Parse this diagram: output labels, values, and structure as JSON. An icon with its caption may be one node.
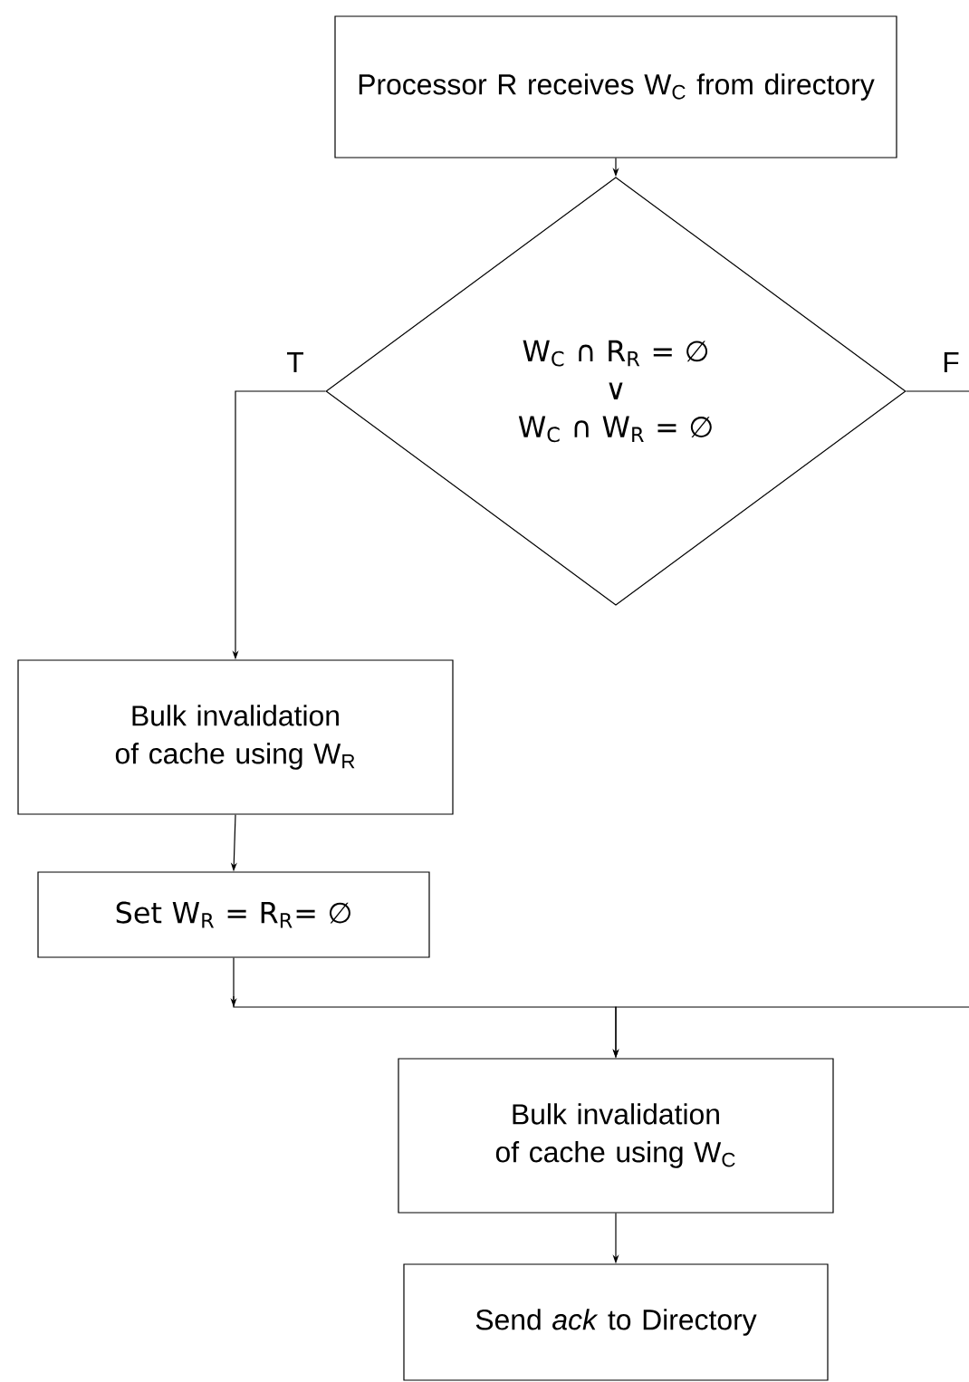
{
  "diagram": {
    "nodes": [
      {
        "text": [
          "Processor R receives W$_{C}$ from directory"
        ]
      },
      {
        "text": [
          "W$_{C}$ ∩ R$_{R}$ = ∅",
          "∨",
          "W$_{C}$ ∩ W$_{R}$ = ∅"
        ]
      },
      {
        "text": [
          "Bulk invalidation of cache using W$_{R}$"
        ]
      },
      {
        "text": [
          "Set  W$_{R}$ = R$_{R}$= ∅"
        ]
      },
      {
        "text": [
          "Bulk invalidation of cache using W$_{C}$"
        ]
      },
      {
        "text": [
          "Send *ack* to Directory"
        ]
      }
    ],
    "edges": [
      {
        "from": 0,
        "to": 1,
        "arrow": "to"
      },
      {
        "from": 1,
        "to": 2,
        "arrow": "to",
        "label": "T"
      },
      {
        "from": 2,
        "to": 3,
        "arrow": "to"
      },
      {
        "from": 3,
        "to": 4,
        "arrow": "to"
      },
      {
        "from": 1,
        "to": 4,
        "arrow": "to",
        "label": "F"
      },
      {
        "from": 4,
        "to": 5,
        "arrow": "to"
      }
    ]
  }
}
